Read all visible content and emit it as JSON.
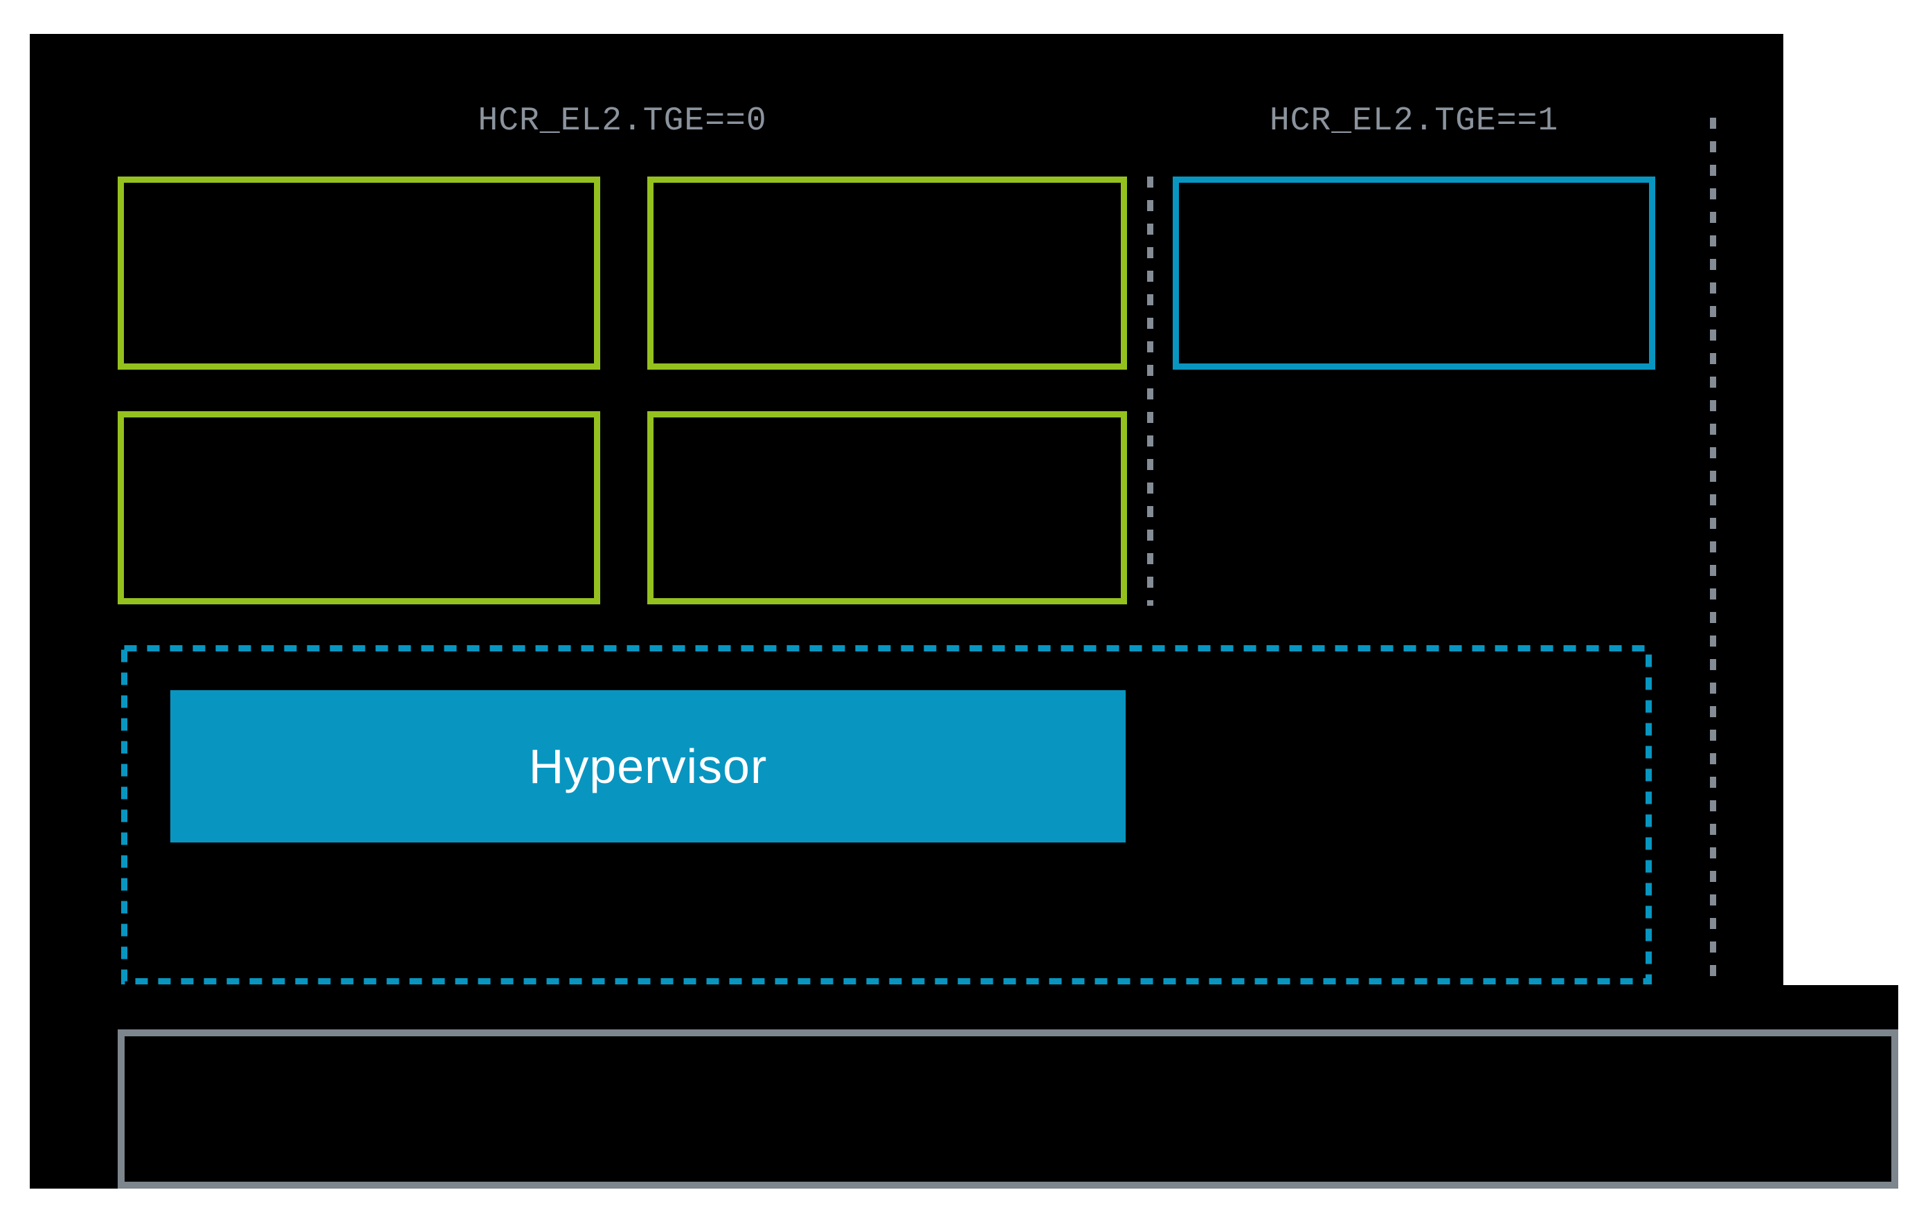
{
  "diagram": {
    "labels": {
      "tge0": "HCR_EL2.TGE==0",
      "tge1": "HCR_EL2.TGE==1"
    },
    "hypervisor_label": "Hypervisor",
    "colors": {
      "page": "#ffffff",
      "canvas": "#000000",
      "green": "#95c11f",
      "blue": "#0896c1",
      "gray-dash": "#848d96",
      "gray-border": "#7d858d",
      "label-gray": "#8b939d",
      "hypervisor-text": "#ffffff"
    }
  }
}
